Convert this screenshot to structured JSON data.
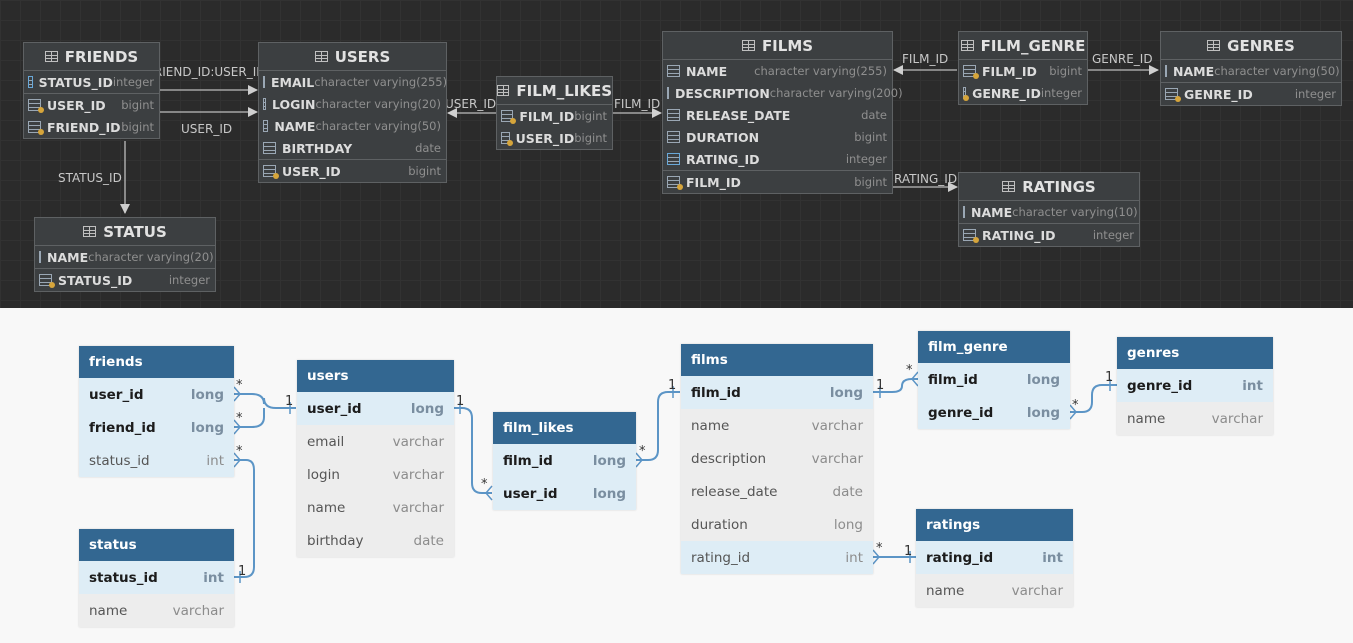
{
  "dark": {
    "tables": {
      "friends": {
        "title": "FRIENDS",
        "rows": [
          {
            "name": "STATUS_ID",
            "type": "integer"
          },
          {
            "name": "USER_ID",
            "type": "bigint"
          },
          {
            "name": "FRIEND_ID",
            "type": "bigint"
          }
        ]
      },
      "users": {
        "title": "USERS",
        "rows": [
          {
            "name": "EMAIL",
            "type": "character varying(255)"
          },
          {
            "name": "LOGIN",
            "type": "character varying(20)"
          },
          {
            "name": "NAME",
            "type": "character varying(50)"
          },
          {
            "name": "BIRTHDAY",
            "type": "date"
          },
          {
            "name": "USER_ID",
            "type": "bigint"
          }
        ]
      },
      "film_likes": {
        "title": "FILM_LIKES",
        "rows": [
          {
            "name": "FILM_ID",
            "type": "bigint"
          },
          {
            "name": "USER_ID",
            "type": "bigint"
          }
        ]
      },
      "films": {
        "title": "FILMS",
        "rows": [
          {
            "name": "NAME",
            "type": "character varying(255)"
          },
          {
            "name": "DESCRIPTION",
            "type": "character varying(200)"
          },
          {
            "name": "RELEASE_DATE",
            "type": "date"
          },
          {
            "name": "DURATION",
            "type": "bigint"
          },
          {
            "name": "RATING_ID",
            "type": "integer"
          },
          {
            "name": "FILM_ID",
            "type": "bigint"
          }
        ]
      },
      "film_genre": {
        "title": "FILM_GENRE",
        "rows": [
          {
            "name": "FILM_ID",
            "type": "bigint"
          },
          {
            "name": "GENRE_ID",
            "type": "integer"
          }
        ]
      },
      "genres": {
        "title": "GENRES",
        "rows": [
          {
            "name": "NAME",
            "type": "character varying(50)"
          },
          {
            "name": "GENRE_ID",
            "type": "integer"
          }
        ]
      },
      "ratings": {
        "title": "RATINGS",
        "rows": [
          {
            "name": "NAME",
            "type": "character varying(10)"
          },
          {
            "name": "RATING_ID",
            "type": "integer"
          }
        ]
      },
      "status": {
        "title": "STATUS",
        "rows": [
          {
            "name": "NAME",
            "type": "character varying(20)"
          },
          {
            "name": "STATUS_ID",
            "type": "integer"
          }
        ]
      }
    },
    "labels": {
      "friend_user": "FRIEND_ID:USER_ID",
      "user_id_friends": "USER_ID",
      "status_id": "STATUS_ID",
      "user_id_likes": "USER_ID",
      "film_id_likes": "FILM_ID",
      "film_id_genre": "FILM_ID",
      "genre_id": "GENRE_ID",
      "rating_id": "RATING_ID"
    }
  },
  "light": {
    "tables": {
      "friends": {
        "title": "friends",
        "rows": [
          {
            "name": "user_id",
            "type": "long"
          },
          {
            "name": "friend_id",
            "type": "long"
          },
          {
            "name": "status_id",
            "type": "int"
          }
        ]
      },
      "users": {
        "title": "users",
        "rows": [
          {
            "name": "user_id",
            "type": "long"
          },
          {
            "name": "email",
            "type": "varchar"
          },
          {
            "name": "login",
            "type": "varchar"
          },
          {
            "name": "name",
            "type": "varchar"
          },
          {
            "name": "birthday",
            "type": "date"
          }
        ]
      },
      "film_likes": {
        "title": "film_likes",
        "rows": [
          {
            "name": "film_id",
            "type": "long"
          },
          {
            "name": "user_id",
            "type": "long"
          }
        ]
      },
      "films": {
        "title": "films",
        "rows": [
          {
            "name": "film_id",
            "type": "long"
          },
          {
            "name": "name",
            "type": "varchar"
          },
          {
            "name": "description",
            "type": "varchar"
          },
          {
            "name": "release_date",
            "type": "date"
          },
          {
            "name": "duration",
            "type": "long"
          },
          {
            "name": "rating_id",
            "type": "int"
          }
        ]
      },
      "film_genre": {
        "title": "film_genre",
        "rows": [
          {
            "name": "film_id",
            "type": "long"
          },
          {
            "name": "genre_id",
            "type": "long"
          }
        ]
      },
      "genres": {
        "title": "genres",
        "rows": [
          {
            "name": "genre_id",
            "type": "int"
          },
          {
            "name": "name",
            "type": "varchar"
          }
        ]
      },
      "status": {
        "title": "status",
        "rows": [
          {
            "name": "status_id",
            "type": "int"
          },
          {
            "name": "name",
            "type": "varchar"
          }
        ]
      },
      "ratings": {
        "title": "ratings",
        "rows": [
          {
            "name": "rating_id",
            "type": "int"
          },
          {
            "name": "name",
            "type": "varchar"
          }
        ]
      }
    },
    "cardinality": {
      "one": "1",
      "many": "*"
    }
  }
}
